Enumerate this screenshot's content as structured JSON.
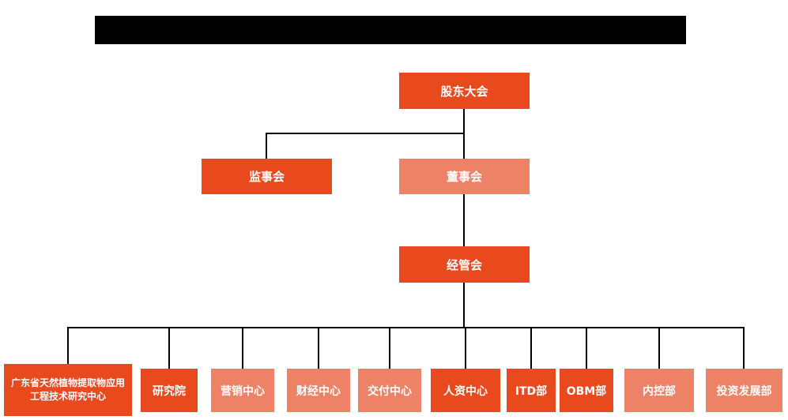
{
  "org_chart": {
    "nodes": {
      "shareholders": {
        "label": "股东大会"
      },
      "supervisors": {
        "label": "监事会"
      },
      "directors": {
        "label": "董事会"
      },
      "management": {
        "label": "经管会"
      }
    },
    "departments": [
      {
        "label": "广东省天然植物提取物应用工程技术研究中心"
      },
      {
        "label": "研究院"
      },
      {
        "label": "营销中心"
      },
      {
        "label": "财经中心"
      },
      {
        "label": "交付中心"
      },
      {
        "label": "人资中心"
      },
      {
        "label": "ITD部"
      },
      {
        "label": "OBM部"
      },
      {
        "label": "内控部"
      },
      {
        "label": "投资发展部"
      }
    ],
    "colors": {
      "primary": "#e8491d",
      "secondary": "#ee8266",
      "line": "#000000",
      "text": "#ffffff",
      "background": "#ffffff",
      "title_bar": "#000000"
    }
  }
}
